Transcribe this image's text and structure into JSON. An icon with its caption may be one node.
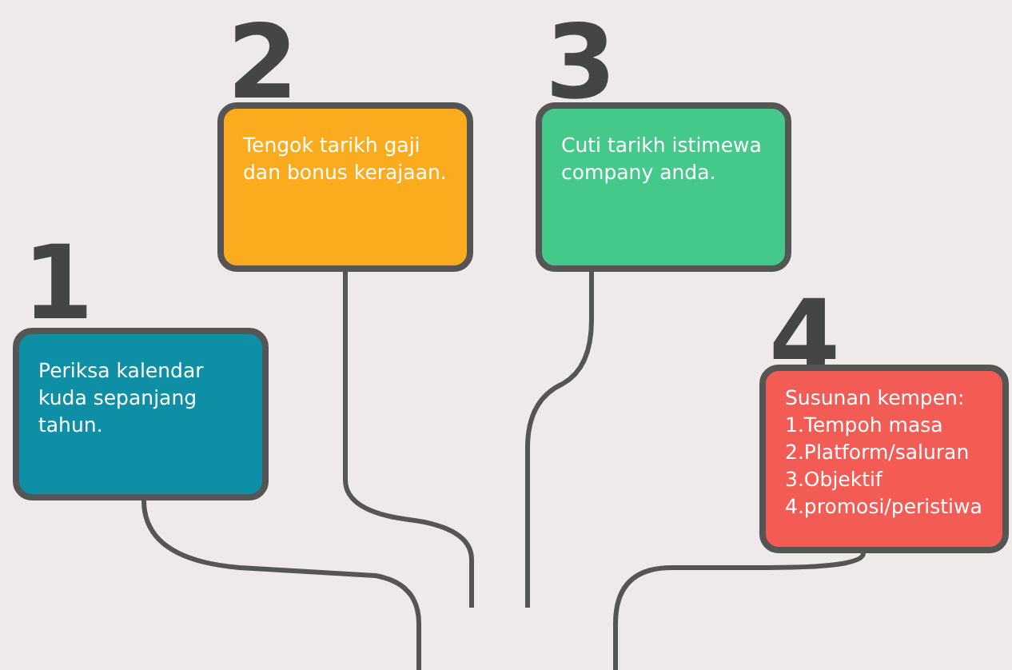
{
  "diagram": {
    "nodes": [
      {
        "text": [
          "2",
          "Tengok tarikh gaji dan bonus kerajaan."
        ]
      },
      {
        "text": [
          "3",
          "Cuti tarikh istimewa company anda."
        ]
      },
      {
        "text": [
          "1",
          "Periksa kalendar kuda sepanjang tahun."
        ]
      },
      {
        "text": [
          "4",
          "Susunan kempen:",
          "1.Tempoh masa",
          "2.Platform/saluran",
          "3.Objektif",
          "4.promosi/peristiwa"
        ]
      }
    ],
    "edges": [
      {
        "from": 2,
        "to": null,
        "arrow": "none"
      },
      {
        "from": 0,
        "to": null,
        "arrow": "none"
      },
      {
        "from": 1,
        "to": null,
        "arrow": "none"
      },
      {
        "from": 3,
        "to": null,
        "arrow": "none"
      }
    ]
  }
}
